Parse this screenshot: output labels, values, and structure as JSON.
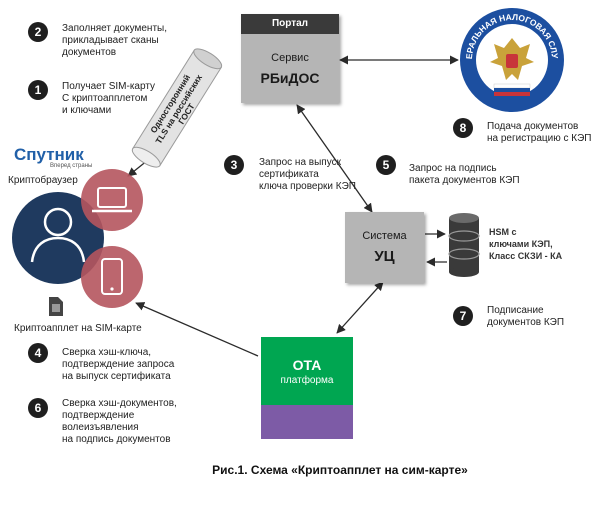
{
  "portal": {
    "bar_label": "Портал",
    "service_label": "Сервис",
    "name": "РБиДОС"
  },
  "ca": {
    "label": "Система",
    "name": "УЦ"
  },
  "ota": {
    "name": "ОТА",
    "sub": "платформа"
  },
  "tunnel": {
    "line1": "Односторонний",
    "line2": "TLS на российских",
    "line3": "ГОСТ"
  },
  "brand": {
    "name": "Спутник",
    "slogan": "Вперед страны"
  },
  "labels": {
    "cryptobrowser": "Криптобраузер",
    "sim_applet": "Криптоапплет на SIM-карте",
    "hsm": "HSM с\nключами КЭП,\nКласс СКЗИ - КА"
  },
  "seal": {
    "ring_text": "ФЕДЕРАЛЬНАЯ НАЛОГОВАЯ СЛУЖБА"
  },
  "steps": [
    {
      "num": "1",
      "text": "Получает SIM-карту\nС криптоапплетом\nи ключами"
    },
    {
      "num": "2",
      "text": "Заполняет документы,\nприкладывает сканы\nдокументов"
    },
    {
      "num": "3",
      "text": "Запрос на выпуск\nсертификата\nключа проверки КЭП"
    },
    {
      "num": "4",
      "text": "Сверка хэш-ключа,\nподтверждение запроса\nна выпуск сертификата"
    },
    {
      "num": "5",
      "text": "Запрос на подпись\nпакета документов КЭП"
    },
    {
      "num": "6",
      "text": "Сверка хэш-документов,\nподтверждение\nволеизъявления\nна подпись документов"
    },
    {
      "num": "7",
      "text": "Подписание\nдокументов КЭП"
    },
    {
      "num": "8",
      "text": "Подача документов\nна регистрацию с КЭП"
    }
  ],
  "caption": "Рис.1. Схема «Криптоапплет на сим-карте»",
  "colors": {
    "box_gray": "#b5b5b5",
    "portal_bar": "#3a3a3a",
    "user_blue": "#1f3a5f",
    "device_red": "#b5555e",
    "ota_green": "#00a651",
    "ota_purple": "#7d5ba6",
    "step_badge": "#1f1f1f",
    "seal_blue": "#1c4fa0"
  },
  "icons": [
    "user-icon",
    "laptop-icon",
    "phone-icon",
    "sim-card-icon",
    "database-icon",
    "fns-seal-icon"
  ]
}
